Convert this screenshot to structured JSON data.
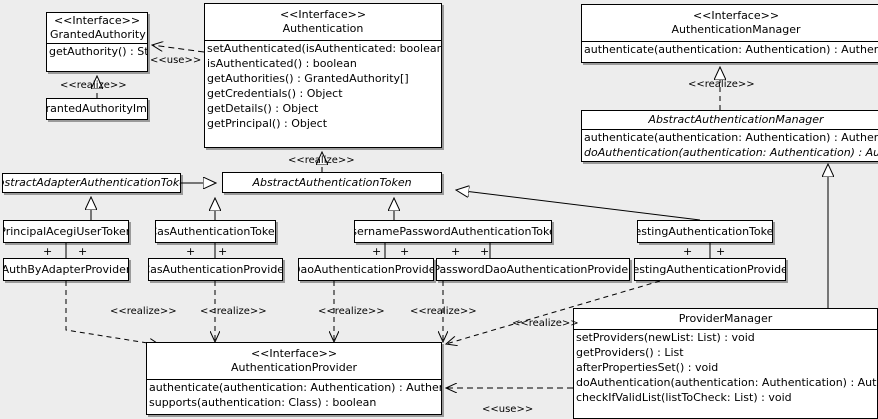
{
  "diagram": {
    "type": "uml-class-diagram",
    "background_color": "#ededed",
    "box_fill": "#ffffff",
    "line_color": "#000000"
  },
  "classes": {
    "granted_authority": {
      "stereotype": "<<Interface>>",
      "name": "GrantedAuthority",
      "members": [
        "getAuthority() : String"
      ]
    },
    "granted_authority_impl": {
      "name": "GrantedAuthorityImpl",
      "members": []
    },
    "authentication": {
      "stereotype": "<<Interface>>",
      "name": "Authentication",
      "members": [
        "setAuthenticated(isAuthenticated: boolean) : void",
        "isAuthenticated() : boolean",
        "getAuthorities() : GrantedAuthority[]",
        "getCredentials() : Object",
        "getDetails() : Object",
        "getPrincipal() : Object"
      ]
    },
    "authentication_manager": {
      "stereotype": "<<Interface>>",
      "name": "AuthenticationManager",
      "members": [
        "authenticate(authentication: Authentication) : Authentication"
      ]
    },
    "abstract_authentication_manager": {
      "name": "AbstractAuthenticationManager",
      "members": [
        "authenticate(authentication: Authentication) : Authentication",
        "doAuthentication(authentication: Authentication) : Authentication"
      ]
    },
    "abstract_adapter_authentication_token": {
      "name": "AbstractAdapterAuthenticationToken"
    },
    "abstract_authentication_token": {
      "name": "AbstractAuthenticationToken"
    },
    "principal_acegi_user_token": {
      "name": "PrincipalAcegiUserToken"
    },
    "cas_authentication_token": {
      "name": "CasAuthenticationToken"
    },
    "username_password_authentication_token": {
      "name": "UsernamePasswordAuthenticationToken"
    },
    "testing_authentication_token": {
      "name": "TestingAuthenticationToken"
    },
    "auth_by_adapter_provider": {
      "name": "AuthByAdapterProvider"
    },
    "cas_authentication_provider": {
      "name": "CasAuthenticationProvider"
    },
    "dao_authentication_provider": {
      "name": "DaoAuthenticationProvider"
    },
    "password_dao_authentication_provider": {
      "name": "PasswordDaoAuthenticationProvider"
    },
    "testing_authentication_provider": {
      "name": "TestingAuthenticationProvider"
    },
    "authentication_provider": {
      "stereotype": "<<Interface>>",
      "name": "AuthenticationProvider",
      "members": [
        "authenticate(authentication: Authentication) : Authentication",
        "supports(authentication: Class) : boolean"
      ]
    },
    "provider_manager": {
      "name": "ProviderManager",
      "members": [
        "setProviders(newList: List) : void",
        "getProviders() : List",
        "afterPropertiesSet() : void",
        "doAuthentication(authentication: Authentication) : Authentication",
        "checkIfValidList(listToCheck: List) : void"
      ]
    }
  },
  "edge_labels": {
    "use_authentication_granted_authority": "<<use>>",
    "realize_granted_authority_impl": "<<realize>>",
    "realize_abstract_token_authentication": "<<realize>>",
    "realize_abstract_manager": "<<realize>>",
    "realize_auth_by_adapter": "<<realize>>",
    "realize_cas_provider": "<<realize>>",
    "realize_dao_provider": "<<realize>>",
    "realize_password_dao_provider": "<<realize>>",
    "realize_testing_provider": "<<realize>>",
    "use_provider_manager": "<<use>>"
  },
  "association_markers": {
    "plus": "+"
  }
}
